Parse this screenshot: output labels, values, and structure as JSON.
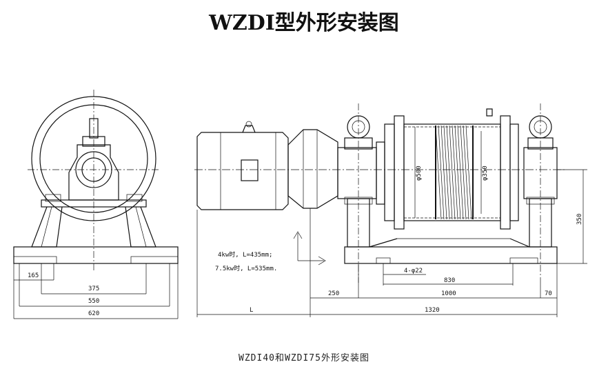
{
  "title": "WZDI型外形安装图",
  "caption": "WZDI40和WZDI75外形安装图",
  "note": {
    "line1": "4kw时, L=435mm;",
    "line2": "7.5kw时, L=535mm."
  },
  "dimensions": {
    "d165": "165",
    "d375": "375",
    "d550": "550",
    "d620": "620",
    "d250": "250",
    "dL": "L",
    "d1000": "1000",
    "d830": "830",
    "d70": "70",
    "d1320": "1320",
    "d350": "350",
    "holes": "4-φ22",
    "drum_outer": "φ500",
    "drum_inner": "φ350"
  }
}
